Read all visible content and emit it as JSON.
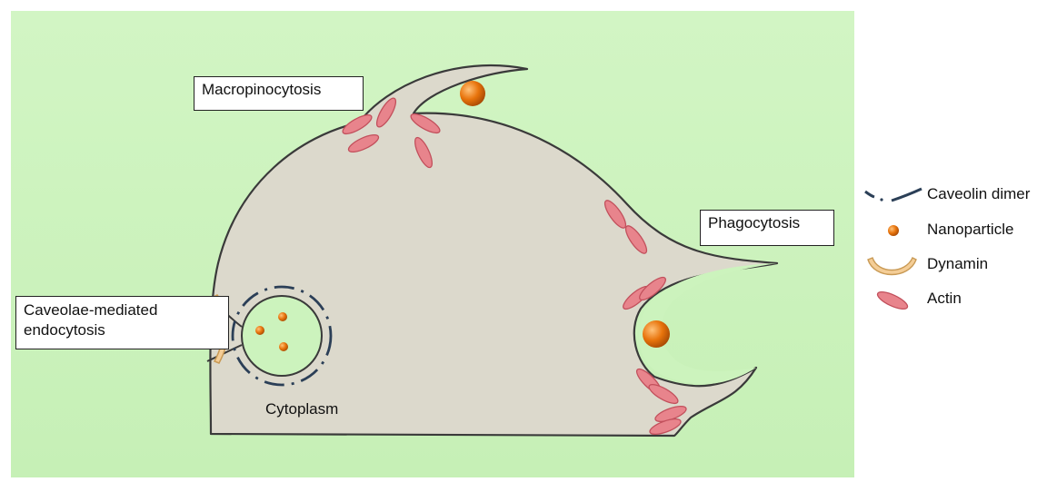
{
  "labels": {
    "macropinocytosis": "Macropinocytosis",
    "phagocytosis": "Phagocytosis",
    "caveolae_line1": "Caveolae-mediated",
    "caveolae_line2": "endocytosis",
    "cytoplasm": "Cytoplasm"
  },
  "legend": {
    "caveolin": "Caveolin dimer",
    "nanoparticle": "Nanoparticle",
    "dynamin": "Dynamin",
    "actin": "Actin"
  },
  "colors": {
    "background": "#ccf3bd",
    "cell": "#dcd9cc",
    "membrane": "#3a3a3a",
    "actin": "#e8848c",
    "actin_edge": "#c2505c",
    "nanoparticle": "#e8740c",
    "dynamin": "#f4cd96",
    "caveolin": "#2b3f57"
  }
}
